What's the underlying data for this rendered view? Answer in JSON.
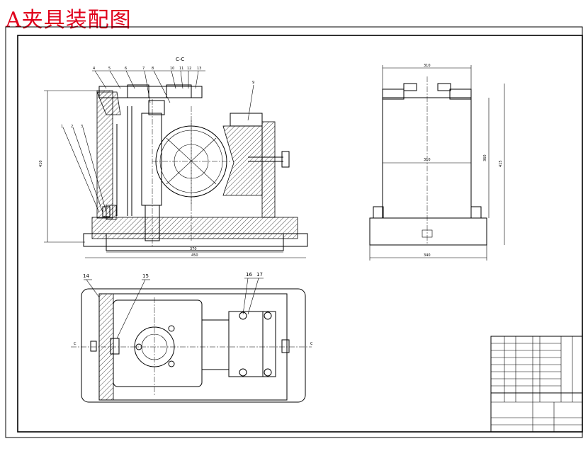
{
  "title": "A夹具装配图",
  "section_label": "C-C",
  "front_view": {
    "callouts": [
      "1",
      "2",
      "3",
      "4",
      "5",
      "6",
      "7",
      "8",
      "9",
      "10",
      "11",
      "12",
      "13"
    ],
    "dim_width_inner": "370",
    "dim_width_outer": "450",
    "dim_height": "410"
  },
  "side_view": {
    "dim_top": "310",
    "dim_mid": "310",
    "dim_height_inner": "360",
    "dim_height_outer": "415",
    "dim_bottom": "340"
  },
  "top_view": {
    "callouts": [
      "14",
      "15",
      "16",
      "17"
    ],
    "section_mark_left": "C",
    "section_mark_right": "C"
  },
  "title_block": {
    "cells": [
      "",
      "",
      "",
      "",
      "",
      ""
    ]
  },
  "colors": {
    "banner": "#e0001b",
    "lines": "#000000",
    "background": "#ffffff"
  }
}
